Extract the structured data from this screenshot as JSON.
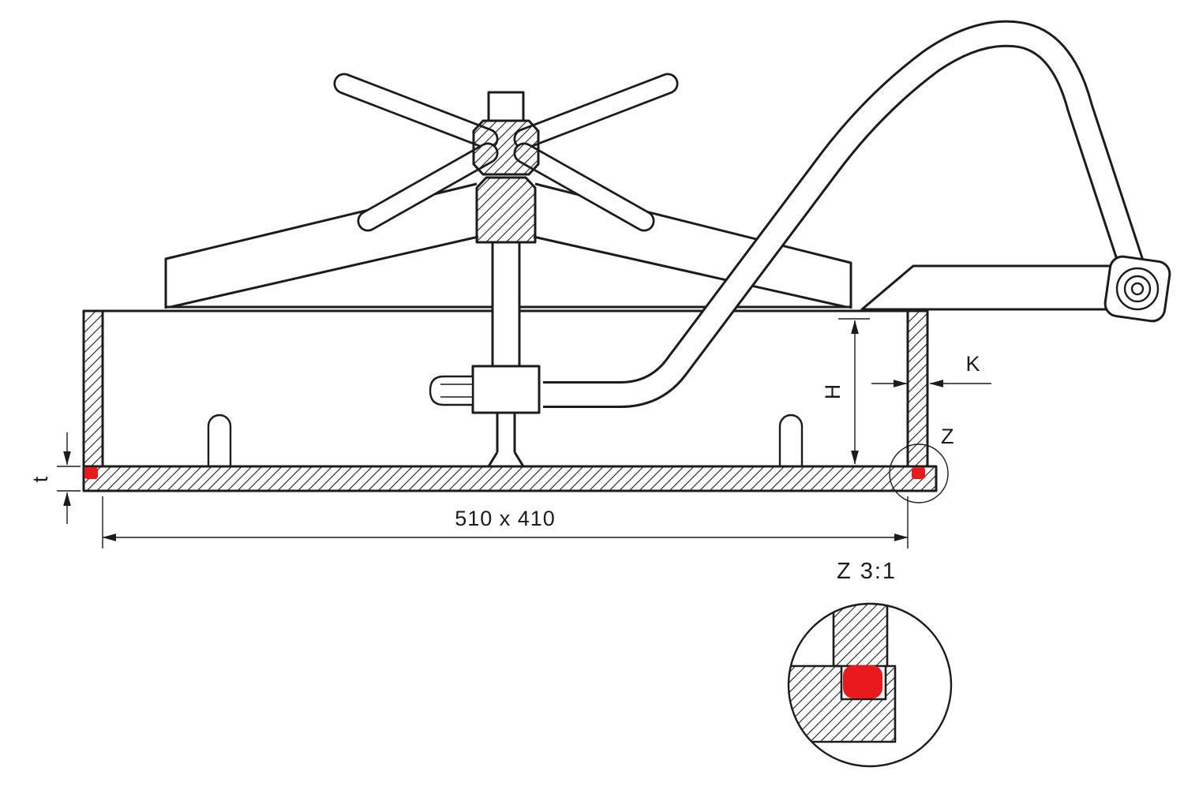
{
  "drawing": {
    "type": "technical-section-drawing",
    "subject": "hatch-cover-with-handwheel-and-lever",
    "labels": {
      "dim_width": "510 x 410",
      "dim_height": "H",
      "dim_wall": "K",
      "dim_plate": "t",
      "detail_marker": "Z",
      "detail_title": "Z 3:1"
    },
    "colors": {
      "line": "#1c1c1c",
      "seal_red": "#e81a1d",
      "background": "#ffffff"
    }
  }
}
